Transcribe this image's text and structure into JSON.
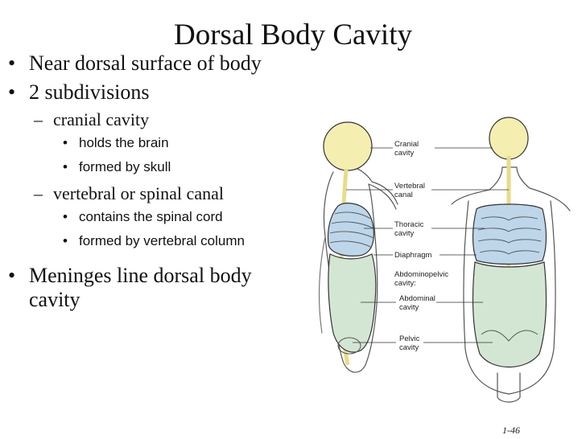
{
  "slide": {
    "title": "Dorsal Body Cavity",
    "bullets": [
      "Near dorsal surface of body",
      "2 subdivisions",
      "Meninges line dorsal body cavity"
    ],
    "subitems": {
      "cranial": "cranial cavity",
      "cranial_points": [
        "holds the brain",
        "formed by skull"
      ],
      "vertebral": "vertebral or spinal canal",
      "vertebral_points": [
        "contains the spinal cord",
        "formed by vertebral column"
      ]
    },
    "figure_labels": {
      "cranial": [
        "Cranial",
        "cavity"
      ],
      "vertebral": [
        "Vertebral",
        "canal"
      ],
      "thoracic": [
        "Thoracic",
        "cavity"
      ],
      "diaphragm": "Diaphragm",
      "abdominopelvic": [
        "Abdominopelvic",
        "cavity:"
      ],
      "abdominal": [
        "Abdominal",
        "cavity"
      ],
      "pelvic": [
        "Pelvic",
        "cavity"
      ]
    },
    "page_number": "1-46"
  },
  "colors": {
    "cranial_yellow": "#f4efb0",
    "thoracic_blue": "#bdd6ea",
    "abdominal_green": "#d3e6d3",
    "outline": "#333333"
  }
}
